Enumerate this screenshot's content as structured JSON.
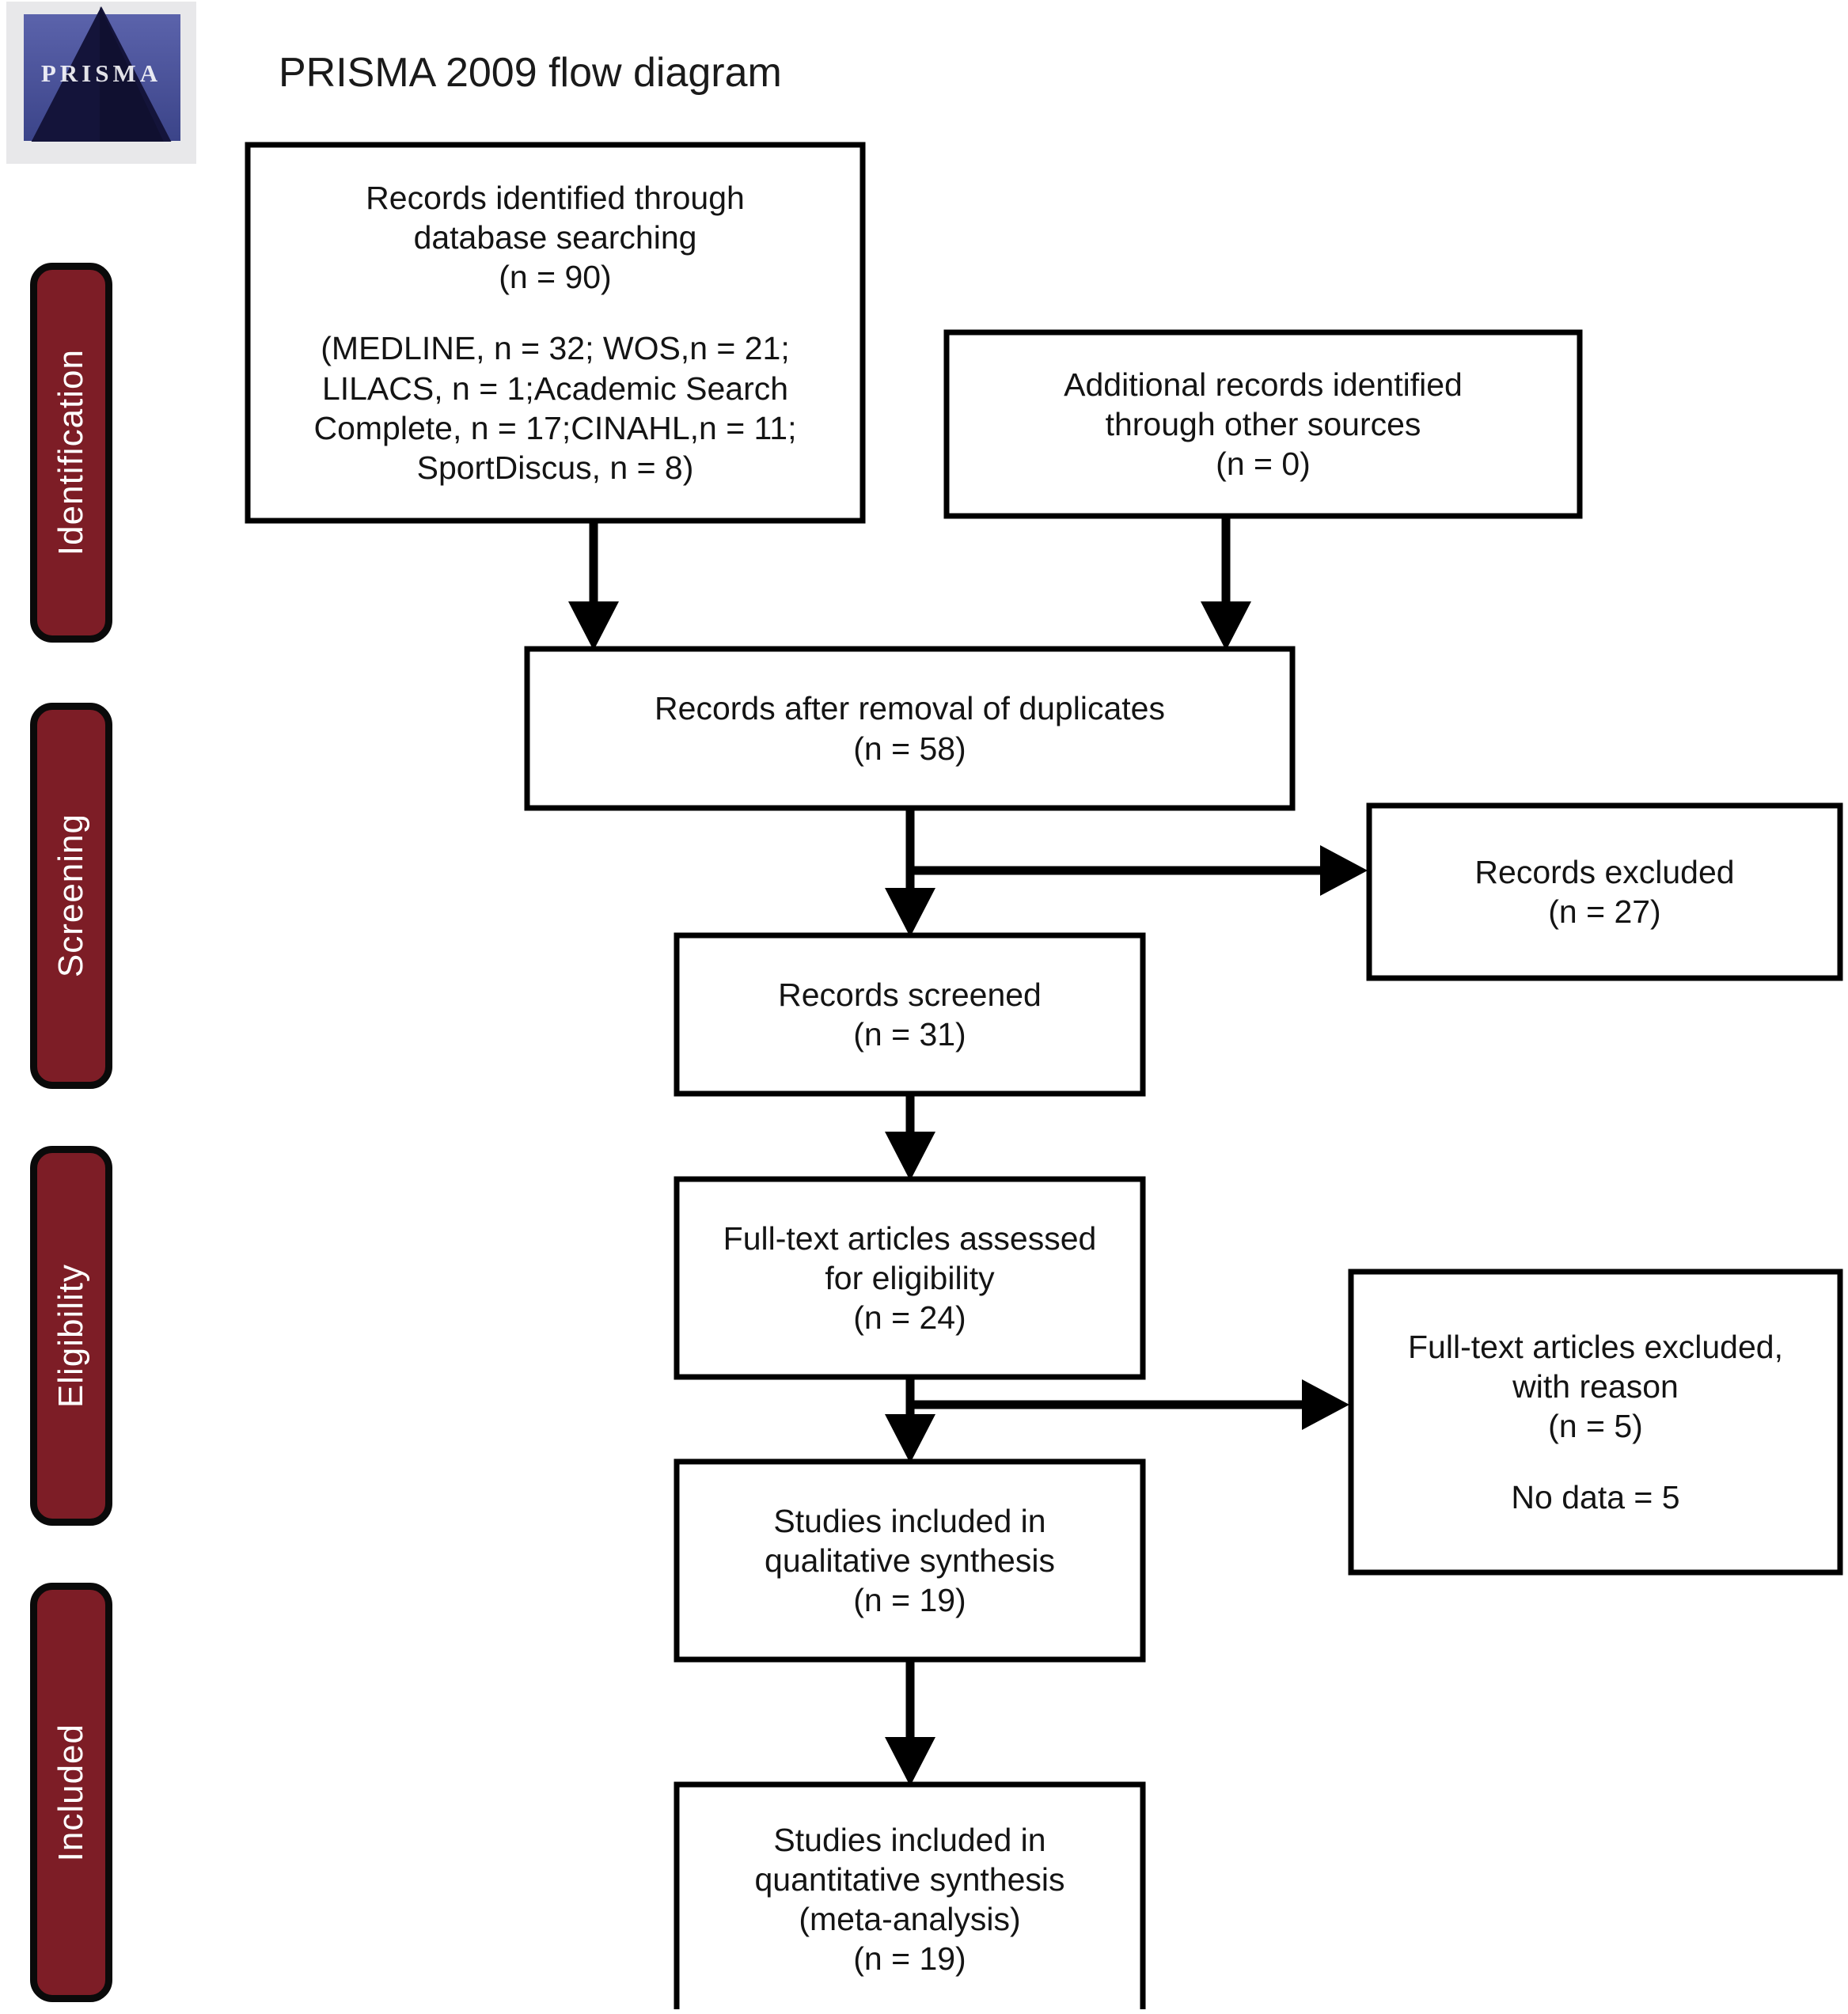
{
  "title": "PRISMA 2009 flow diagram",
  "logo": {
    "word": "PRISMA",
    "icon": "prisma-pyramid-logo"
  },
  "colors": {
    "stage_tab_fill": "#7d1d26",
    "stage_tab_border": "#0a0a0a",
    "stage_tab_text": "#ffffff",
    "box_border": "#000000",
    "box_fill": "#ffffff",
    "text": "#141414"
  },
  "stages": [
    {
      "id": "identification",
      "label": "Identification"
    },
    {
      "id": "screening",
      "label": "Screening"
    },
    {
      "id": "eligibility",
      "label": "Eligibility"
    },
    {
      "id": "included",
      "label": "Included"
    }
  ],
  "chart_data": {
    "type": "diagram",
    "title": "PRISMA 2009 flow diagram",
    "nodes": [
      {
        "id": "db-search",
        "stage": "identification",
        "lines": [
          "Records identified through",
          "database searching",
          "(n = 90)",
          "",
          "(MEDLINE, n = 32; WOS,n = 21;",
          "LILACS, n = 1;Academic Search",
          "Complete, n = 17;CINAHL,n = 11;",
          "SportDiscus, n = 8)"
        ],
        "n": 90,
        "sources": [
          {
            "name": "MEDLINE",
            "n": 32
          },
          {
            "name": "WOS",
            "n": 21
          },
          {
            "name": "LILACS",
            "n": 1
          },
          {
            "name": "Academic Search Complete",
            "n": 17
          },
          {
            "name": "CINAHL",
            "n": 11
          },
          {
            "name": "SportDiscus",
            "n": 8
          }
        ]
      },
      {
        "id": "other-sources",
        "stage": "identification",
        "lines": [
          "Additional records identified",
          "through other sources",
          "(n = 0)"
        ],
        "n": 0
      },
      {
        "id": "after-duplicates",
        "stage": "screening",
        "lines": [
          "Records after removal of duplicates",
          "(n = 58)"
        ],
        "n": 58
      },
      {
        "id": "records-screened",
        "stage": "screening",
        "lines": [
          "Records screened",
          "(n = 31)"
        ],
        "n": 31
      },
      {
        "id": "records-excluded",
        "stage": "screening",
        "lines": [
          "Records excluded",
          "(n = 27)"
        ],
        "n": 27
      },
      {
        "id": "fulltext-assessed",
        "stage": "eligibility",
        "lines": [
          "Full-text articles assessed",
          "for eligibility",
          "(n = 24)"
        ],
        "n": 24
      },
      {
        "id": "fulltext-excluded",
        "stage": "eligibility",
        "lines": [
          "Full-text articles excluded,",
          "with reason",
          "(n = 5)",
          "",
          "No data = 5"
        ],
        "n": 5,
        "reasons": [
          {
            "reason": "No data",
            "n": 5
          }
        ]
      },
      {
        "id": "qualitative",
        "stage": "included",
        "lines": [
          "Studies included in",
          "qualitative synthesis",
          "(n = 19)"
        ],
        "n": 19
      },
      {
        "id": "quantitative",
        "stage": "included",
        "lines": [
          "Studies included in",
          "quantitative synthesis",
          "(meta-analysis)",
          "(n = 19)"
        ],
        "n": 19
      }
    ],
    "edges": [
      {
        "from": "db-search",
        "to": "after-duplicates"
      },
      {
        "from": "other-sources",
        "to": "after-duplicates"
      },
      {
        "from": "after-duplicates",
        "to": "records-screened"
      },
      {
        "from": "after-duplicates",
        "to": "records-excluded"
      },
      {
        "from": "records-screened",
        "to": "fulltext-assessed"
      },
      {
        "from": "fulltext-assessed",
        "to": "qualitative"
      },
      {
        "from": "fulltext-assessed",
        "to": "fulltext-excluded"
      },
      {
        "from": "qualitative",
        "to": "quantitative"
      }
    ]
  }
}
